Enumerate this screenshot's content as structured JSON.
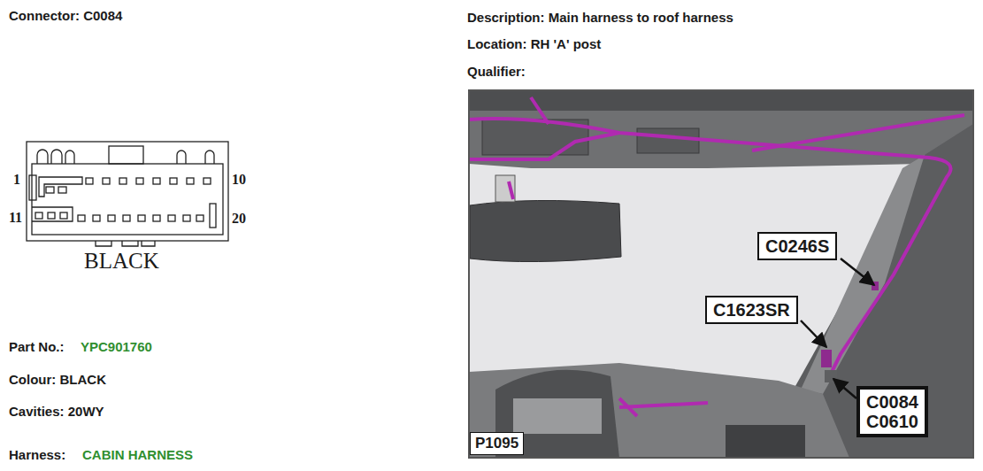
{
  "diagram": {
    "nodes": [
      {
        "text": [
          "C0246S"
        ]
      },
      {
        "text": [
          "C1623SR"
        ]
      },
      {
        "text": [
          "C0084 C0610"
        ]
      },
      {
        "text": [
          "P1095"
        ]
      }
    ],
    "labels": [
      "Connector: C0084",
      "Description: Main harness to roof harness",
      "Location: RH 'A' post",
      "Qualifier:",
      "1",
      "10",
      "11",
      "20",
      "BLACK",
      "Part No.:",
      "YPC901760",
      "Colour: BLACK",
      "Cavities: 20WY",
      "Harness:",
      "CABIN HARNESS"
    ]
  }
}
